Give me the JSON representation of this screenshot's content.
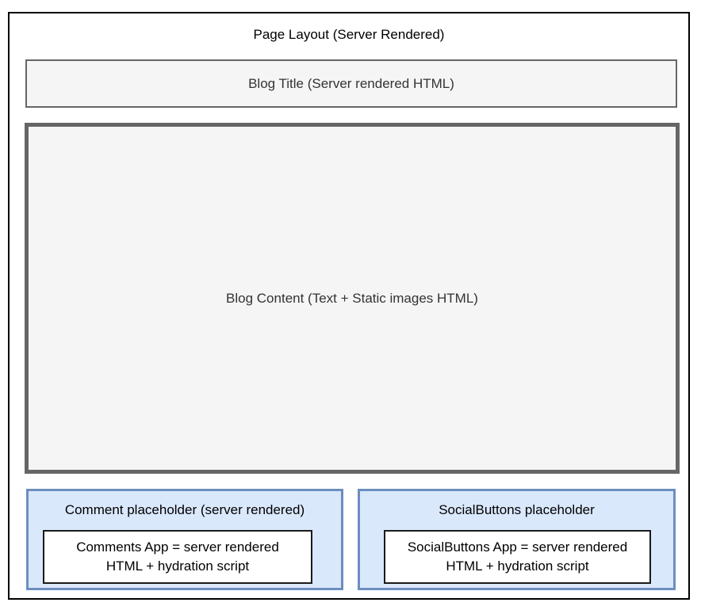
{
  "diagram": {
    "page_layout": {
      "label": "Page Layout (Server Rendered)"
    },
    "blog_title": {
      "label": "Blog Title (Server rendered HTML)"
    },
    "blog_content": {
      "label": "Blog Content (Text + Static images HTML)"
    },
    "comment_placeholder": {
      "label": "Comment placeholder (server rendered)",
      "app_lines": [
        "Comments App = server rendered",
        "HTML + hydration script"
      ]
    },
    "social_placeholder": {
      "label": "SocialButtons placeholder",
      "app_lines": [
        "SocialButtons App = server rendered",
        "HTML + hydration script"
      ]
    },
    "colors": {
      "outer_border": "#000000",
      "gray_box_fill": "#f5f5f5",
      "gray_box_border": "#666666",
      "placeholder_fill": "#dae8fc",
      "placeholder_border": "#6c8ebf",
      "app_box_fill": "#ffffff",
      "app_box_border": "#1a1a1a"
    }
  }
}
